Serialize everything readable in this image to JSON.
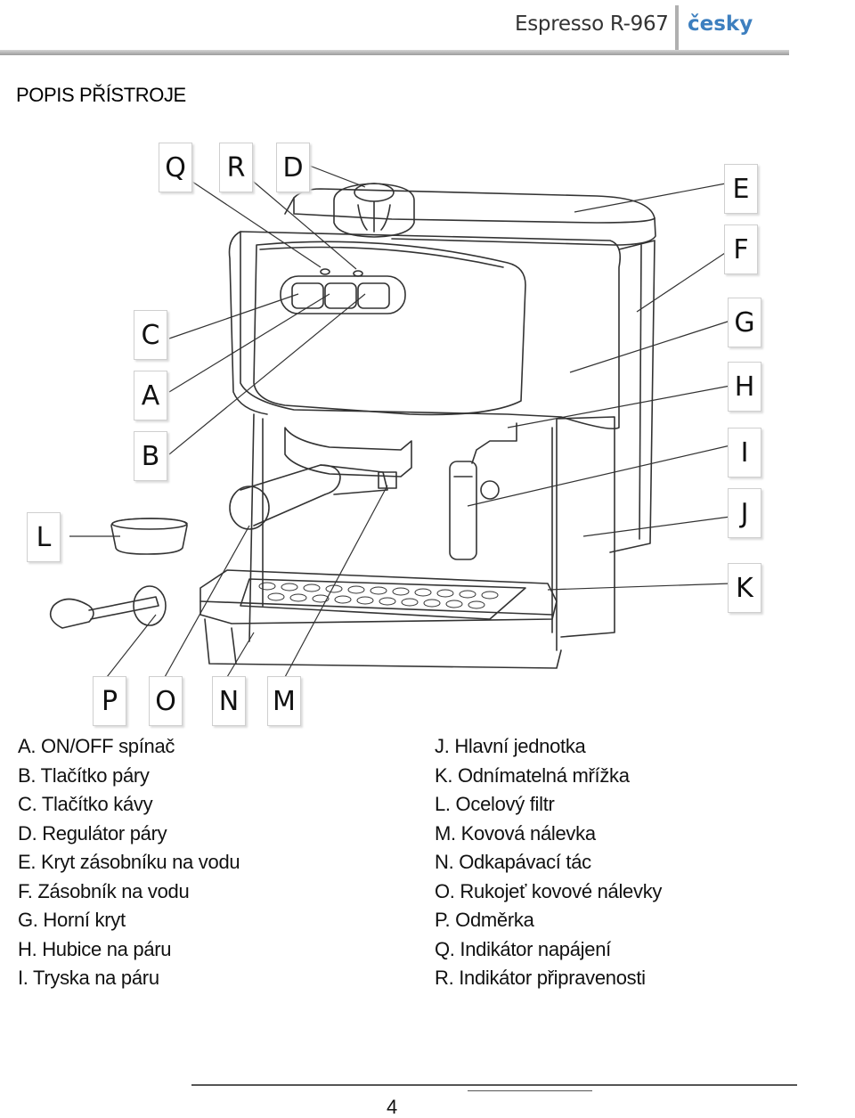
{
  "header": {
    "model": "Espresso R-967",
    "language": "česky"
  },
  "section_title": "POPIS PŘÍSTROJE",
  "diagram": {
    "labels": {
      "Q": "Q",
      "R": "R",
      "D": "D",
      "E": "E",
      "F": "F",
      "G": "G",
      "H": "H",
      "C": "C",
      "A": "A",
      "B": "B",
      "I": "I",
      "L": "L",
      "J": "J",
      "K": "K",
      "P": "P",
      "O": "O",
      "N": "N",
      "M": "M"
    }
  },
  "legend": {
    "left": [
      "A. ON/OFF spínač",
      "B. Tlačítko páry",
      "C. Tlačítko kávy",
      "D. Regulátor páry",
      "E. Kryt zásobníku na vodu",
      "F. Zásobník na vodu",
      "G. Horní kryt",
      "H. Hubice na páru",
      "I. Tryska na páru"
    ],
    "right": [
      "J. Hlavní jednotka",
      "K. Odnímatelná mřížka",
      "L. Ocelový filtr",
      "M. Kovová nálevka",
      "N. Odkapávací tác",
      "O. Rukojeť kovové nálevky",
      "P. Odměrka",
      "Q. Indikátor napájení",
      "R. Indikátor připravenosti"
    ]
  },
  "footer": {
    "page_number": "4"
  },
  "colors": {
    "accent": "#3d7fbf",
    "line": "#333333"
  }
}
